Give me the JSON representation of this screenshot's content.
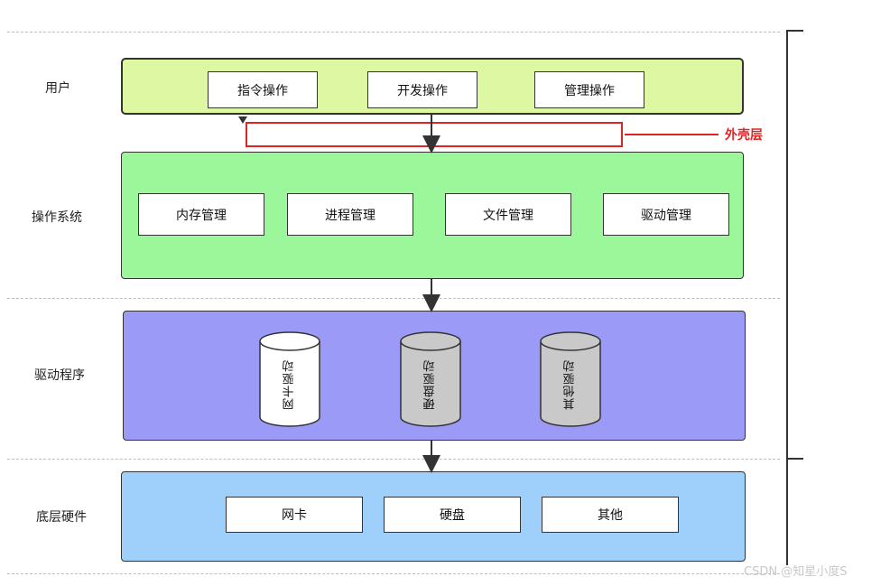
{
  "layers": {
    "user": "用户",
    "os": "操作系统",
    "driver": "驱动程序",
    "hardware": "底层硬件"
  },
  "user_ops": [
    "指令操作",
    "开发操作",
    "管理操作"
  ],
  "shell_label": "外壳层",
  "os_modules": [
    "内存管理",
    "进程管理",
    "文件管理",
    "驱动管理"
  ],
  "drivers": [
    "网卡驱动",
    "硬盘驱动",
    "其他驱动"
  ],
  "hardware_items": [
    "网卡",
    "硬盘",
    "其他"
  ],
  "watermark": "CSDN @知星小度S",
  "colors": {
    "user_panel": "#ddf7a3",
    "os_panel": "#9cf79a",
    "driver_panel": "#9b9bf7",
    "hardware_panel": "#9fd0fb",
    "shell_box": "#e02424",
    "cylinder_white": "#ffffff",
    "cylinder_gray": "#c9c9c9"
  }
}
